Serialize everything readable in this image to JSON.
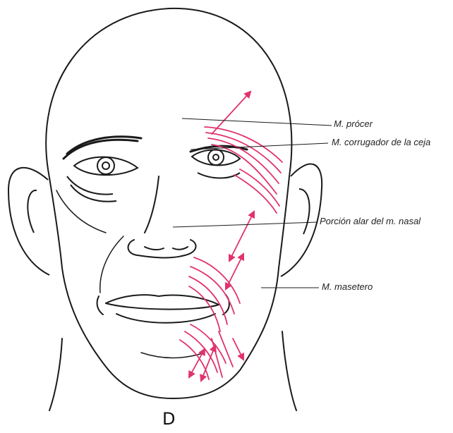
{
  "figure": {
    "labels": [
      {
        "id": "procer",
        "text": "M. prócer"
      },
      {
        "id": "corrugador",
        "text": "M. corrugador de la ceja"
      },
      {
        "id": "nasal",
        "text": "Porción alar del m. nasal"
      },
      {
        "id": "masetero",
        "text": "M. masetero"
      }
    ],
    "panel_letter": "D",
    "colors": {
      "line": "#1a1a1a",
      "muscle": "#e0336e"
    }
  }
}
